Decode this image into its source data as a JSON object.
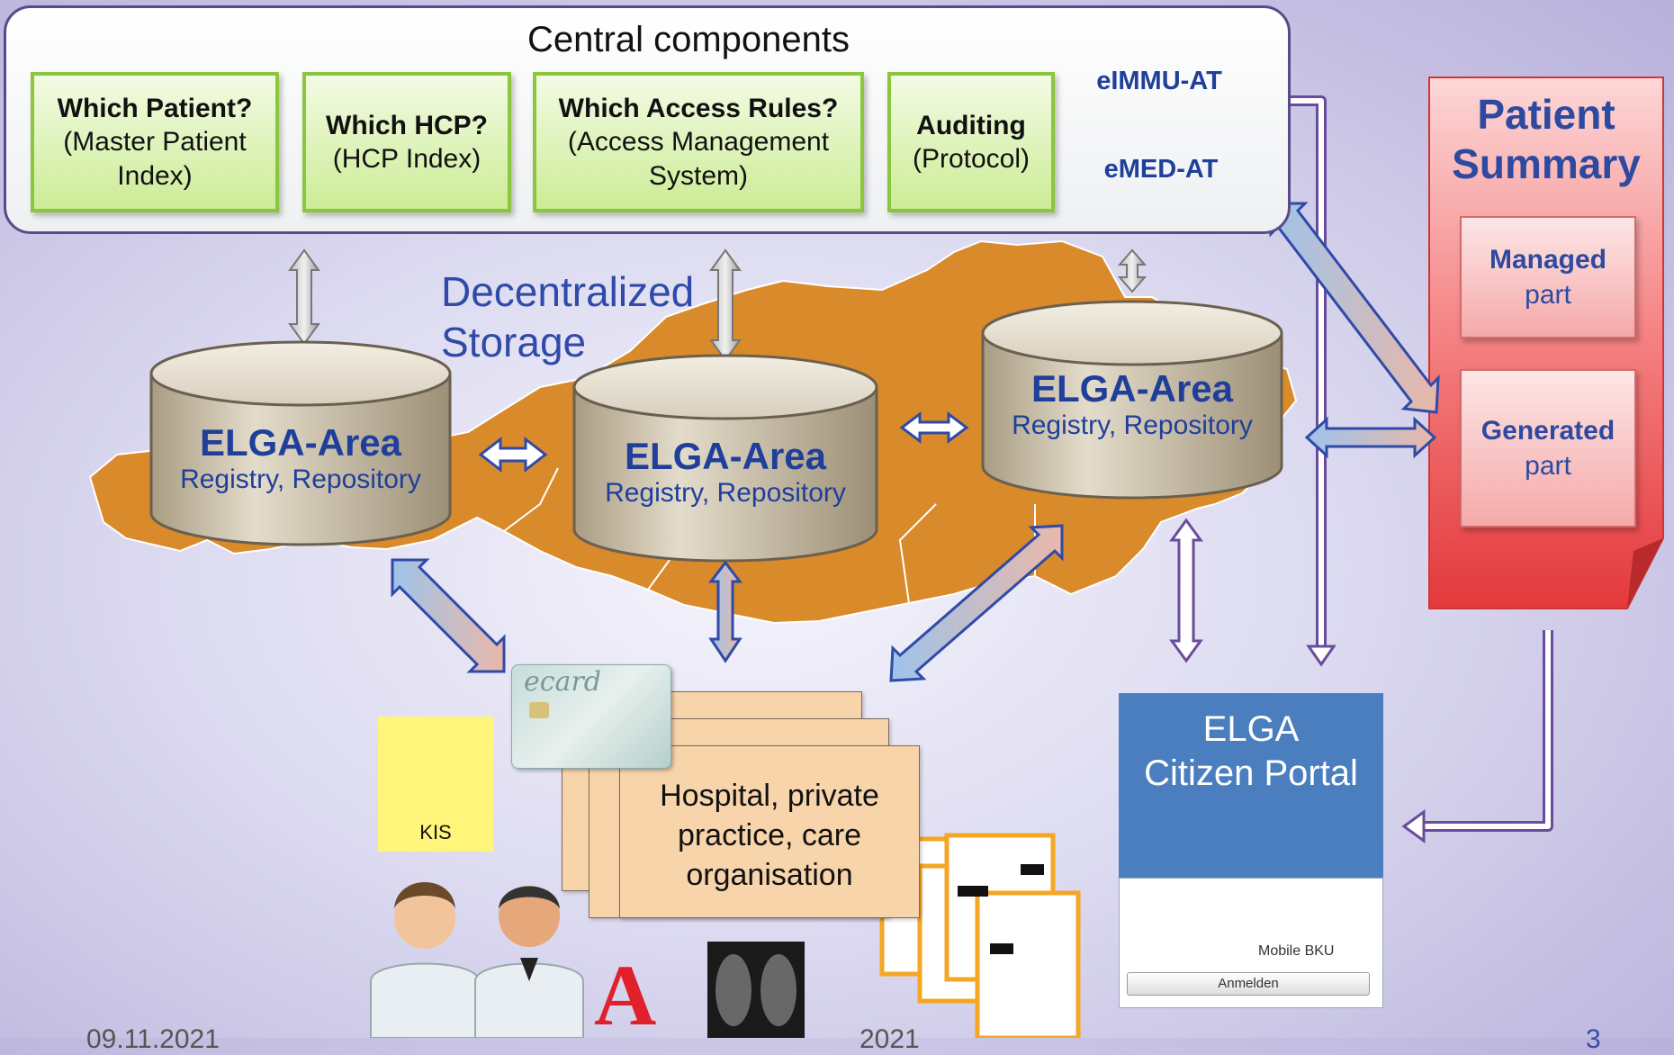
{
  "central": {
    "title": "Central components",
    "boxes": [
      {
        "bold": "Which Patient?",
        "sub": "(Master Patient Index)"
      },
      {
        "bold": "Which HCP?",
        "sub": "(HCP Index)"
      },
      {
        "bold": "Which Access Rules?",
        "sub": "(Access Management System)"
      },
      {
        "bold": "Auditing",
        "sub": "(Protocol)"
      }
    ],
    "databases": [
      "eIMMU-AT",
      "eMED-AT"
    ]
  },
  "storage": {
    "label_line1": "Decentralized",
    "label_line2": "Storage",
    "areas": [
      {
        "title": "ELGA-Area",
        "sub": "Registry, Repository"
      },
      {
        "title": "ELGA-Area",
        "sub": "Registry, Repository"
      },
      {
        "title": "ELGA-Area",
        "sub": "Registry, Repository"
      }
    ]
  },
  "patient_summary": {
    "title_line1": "Patient",
    "title_line2": "Summary",
    "parts": [
      {
        "bold": "Managed",
        "sub": "part"
      },
      {
        "bold": "Generated",
        "sub": "part"
      }
    ]
  },
  "hospital": {
    "text": "Hospital, private practice, care organisation"
  },
  "ecard": {
    "logo": "ecard"
  },
  "kis": {
    "label": "KIS"
  },
  "portal": {
    "line1": "ELGA",
    "line2": "Citizen Portal",
    "mobile_bku": "Mobile BKU",
    "button": "Anmelden"
  },
  "footer": {
    "date": "09.11.2021",
    "center": "2021",
    "page": "3"
  },
  "colors": {
    "map": "#d98a2a",
    "frame": "#5a4a8a",
    "green_border": "#8cc63f",
    "text_blue": "#1f3f9a",
    "portal": "#4a7ebf",
    "summary_red": "#e8484a"
  }
}
